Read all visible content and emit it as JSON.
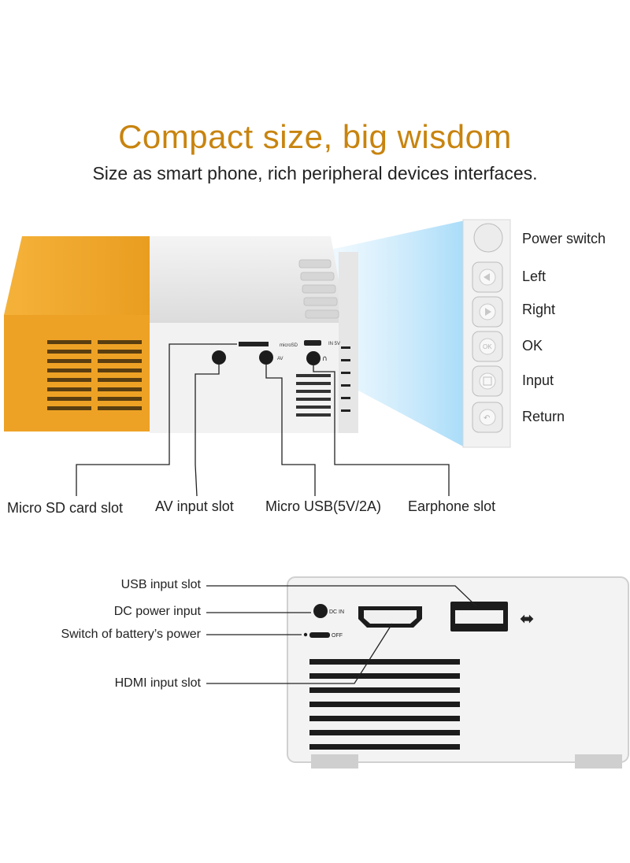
{
  "header": {
    "title": "Compact size, big wisdom",
    "subtitle": "Size as smart phone, rich peripheral devices interfaces."
  },
  "device_top": {
    "port_marks": {
      "microsd": "microSD",
      "in5v": "IN 5V",
      "av": "AV"
    }
  },
  "buttons": [
    {
      "label": "Power switch",
      "icon": "power-button-icon"
    },
    {
      "label": "Left",
      "icon": "triangle-left-icon"
    },
    {
      "label": "Right",
      "icon": "triangle-right-icon"
    },
    {
      "label": "OK",
      "icon": "ok-icon",
      "mark": "OK"
    },
    {
      "label": "Input",
      "icon": "input-source-icon"
    },
    {
      "label": "Return",
      "icon": "return-icon"
    }
  ],
  "top_callouts": [
    "Micro SD card slot",
    "AV input slot",
    "Micro USB(5V/2A)",
    "Earphone slot"
  ],
  "device_back": {
    "callouts": [
      "USB input slot",
      "DC power input",
      "Switch of battery’s power",
      "HDMI input slot"
    ],
    "marks": {
      "dcin": "DC IN",
      "off": "OFF"
    }
  },
  "colors": {
    "title": "#c8840f",
    "accent_yellow": "#f0a92a",
    "beam": "#bfe6fb"
  }
}
